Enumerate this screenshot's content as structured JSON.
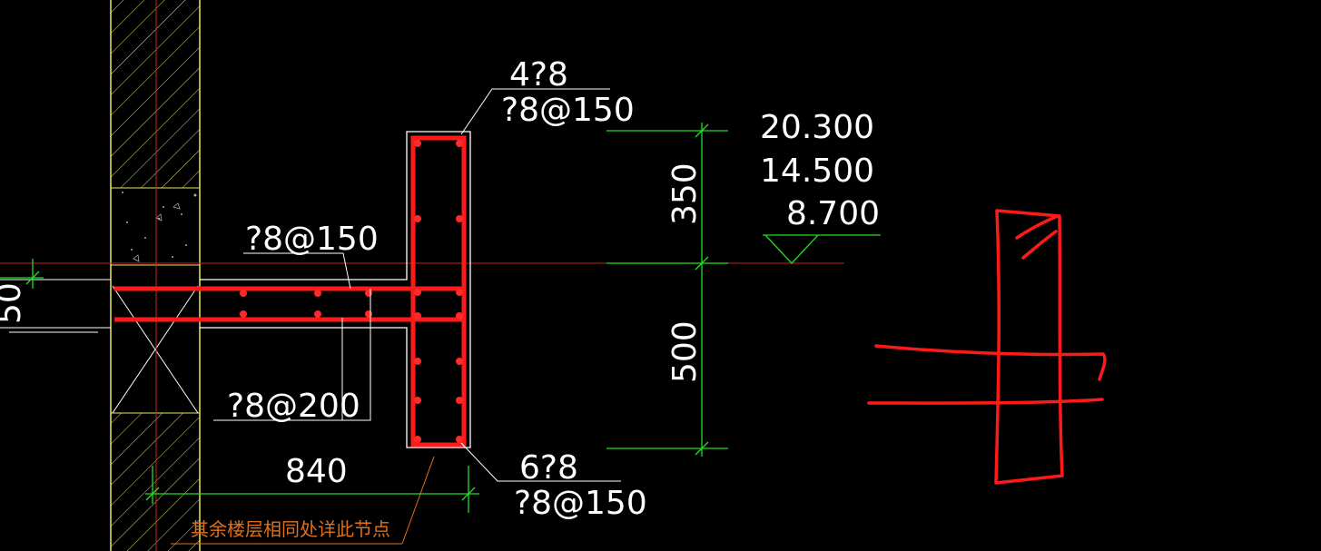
{
  "drawing": {
    "callout_top_count": "4?8",
    "callout_top_stirrup": "?8@150",
    "slab_top_rebar": "?8@150",
    "slab_bottom_rebar": "?8@200",
    "callout_bottom_count": "6?8",
    "callout_bottom_stirrup": "?8@150",
    "dim_width": "840",
    "dim_upper": "350",
    "dim_lower": "500",
    "dim_left_partial": "50",
    "elevations": [
      "20.300",
      "14.500",
      "8.700"
    ],
    "note": "其余楼层相同处详此节点"
  },
  "colors": {
    "background": "#000000",
    "wall_outline": "#e8e85a",
    "rebar": "#ff1a1a",
    "dimension": "#22dd22",
    "text": "#ffffff",
    "note": "#e0701a",
    "axis": "#cc2020"
  }
}
